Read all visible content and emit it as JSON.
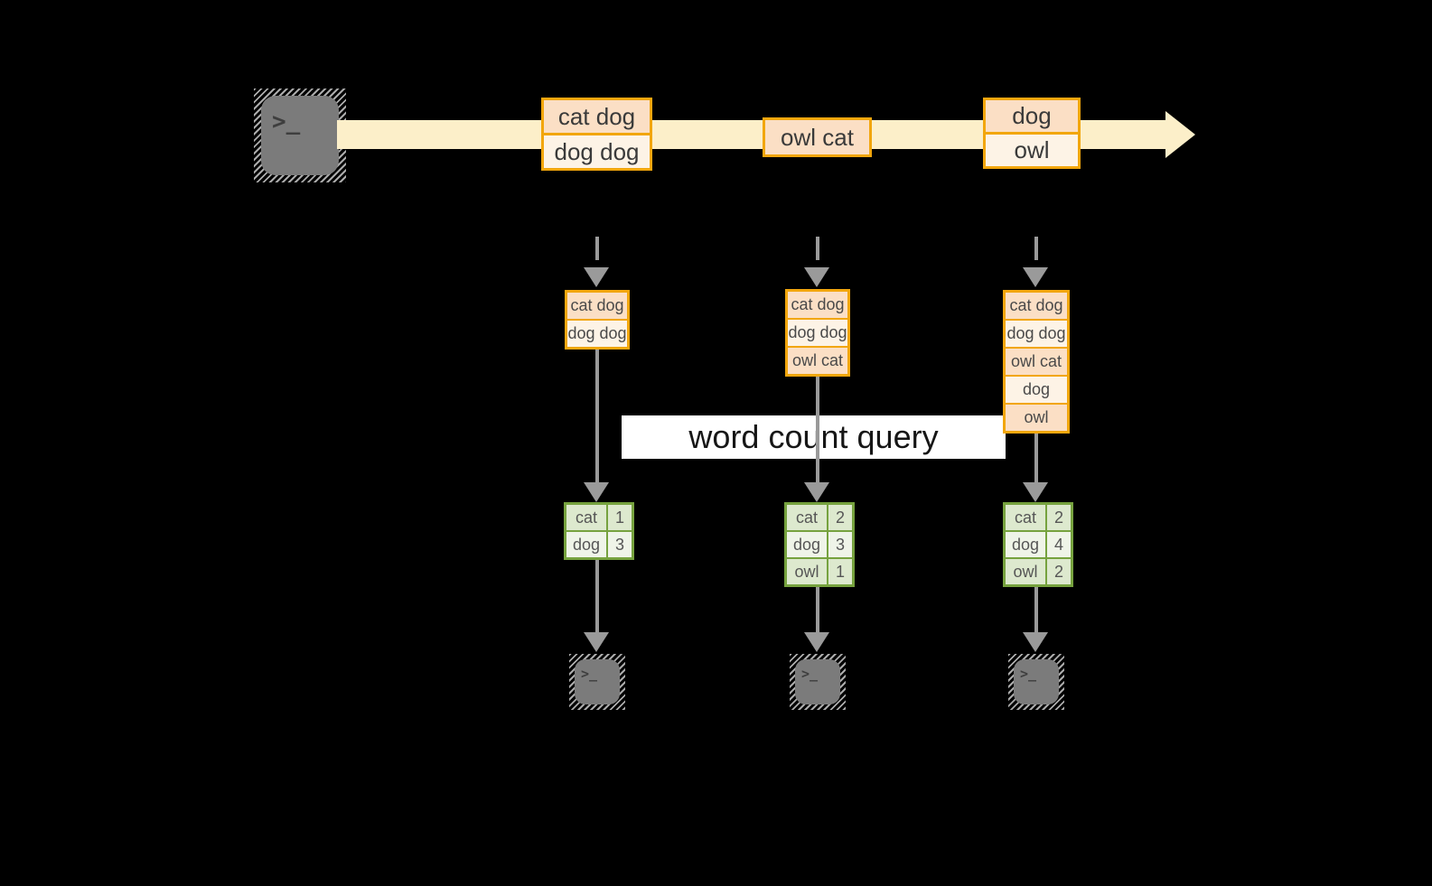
{
  "title": "spark structured streaming word count diagram",
  "colors": {
    "background": "#000000",
    "stream_band": "#FCEFC9",
    "orange_border": "#F2A60D",
    "peach_fill": "#FBDFC5",
    "cream_fill": "#FDF3E6",
    "green_border": "#76A23E",
    "green_fill_dark": "#DDE9CE",
    "green_fill_light": "#EFF4E8",
    "arrow_gray": "#9a9a9a",
    "query_band_bg": "#ffffff"
  },
  "icons": {
    "terminal_glyph": ">_"
  },
  "query_label": "word count query",
  "stream": {
    "messages": [
      {
        "lines": [
          "cat dog",
          "dog dog"
        ]
      },
      {
        "lines": [
          "owl cat"
        ]
      },
      {
        "lines": [
          "dog",
          "owl"
        ]
      }
    ]
  },
  "columns": [
    {
      "batch": [
        "cat dog",
        "dog dog"
      ],
      "counts": [
        {
          "word": "cat",
          "count": "1"
        },
        {
          "word": "dog",
          "count": "3"
        }
      ]
    },
    {
      "batch": [
        "cat dog",
        "dog dog",
        "owl cat"
      ],
      "counts": [
        {
          "word": "cat",
          "count": "2"
        },
        {
          "word": "dog",
          "count": "3"
        },
        {
          "word": "owl",
          "count": "1"
        }
      ]
    },
    {
      "batch": [
        "cat dog",
        "dog dog",
        "owl cat",
        "dog",
        "owl"
      ],
      "counts": [
        {
          "word": "cat",
          "count": "2"
        },
        {
          "word": "dog",
          "count": "4"
        },
        {
          "word": "owl",
          "count": "2"
        }
      ]
    }
  ]
}
